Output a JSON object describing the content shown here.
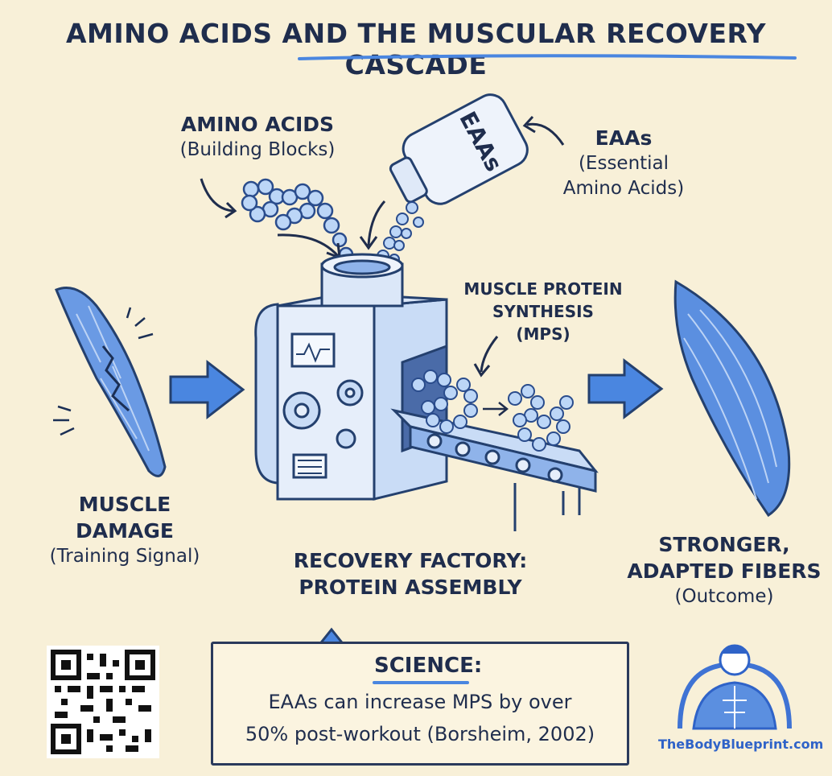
{
  "title": "AMINO ACIDS AND THE MUSCULAR RECOVERY CASCADE",
  "labels": {
    "amino_acids": {
      "caption": "AMINO ACIDS",
      "sub": "(Building Blocks)"
    },
    "eaas": {
      "caption": "EAAs",
      "sub1": "(Essential",
      "sub2": "Amino Acids)"
    },
    "mps": {
      "line1": "MUSCLE PROTEIN",
      "line2": "SYNTHESIS",
      "line3": "(MPS)"
    },
    "damage": {
      "line1": "MUSCLE",
      "line2": "DAMAGE",
      "sub": "(Training Signal)"
    },
    "factory": {
      "line1": "RECOVERY FACTORY:",
      "line2": "PROTEIN ASSEMBLY"
    },
    "outcome": {
      "line1": "STRONGER,",
      "line2": "ADAPTED FIBERS",
      "sub": "(Outcome)"
    }
  },
  "bottle_label": "EAAs",
  "science": {
    "title": "SCIENCE:",
    "line1": "EAAs can increase MPS by over",
    "line2": "50% post-workout (Borsheim, 2002)"
  },
  "brand": "TheBodyBlueprint.com",
  "colors": {
    "ink": "#1f2d4d",
    "accent_blue": "#4a86e0",
    "muscle_blue": "#5b8fe0",
    "background": "#f8f0d8"
  }
}
